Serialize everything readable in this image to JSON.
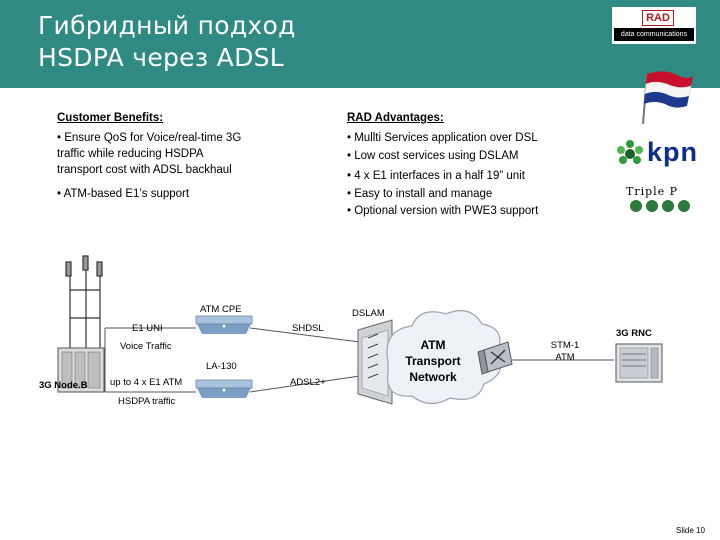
{
  "header": {
    "title": "Гибридный подход\nHSDPA через ADSL",
    "logo": {
      "brand": "RAD",
      "tagline": "data communications"
    }
  },
  "customer_benefits": {
    "heading": "Customer Benefits:",
    "items": [
      "• Ensure QoS for Voice/real-time 3G\n   traffic while reducing HSDPA\n   transport cost with ADSL backhaul",
      "• ATM-based E1’s support"
    ]
  },
  "rad_advantages": {
    "heading": "RAD Advantages:",
    "items": [
      "• Mullti Services application over DSL",
      "• Low cost services using DSLAM",
      "• 4 x E1 interfaces in a half 19” unit",
      "• Easy to install and manage",
      "• Optional version with PWE3 support"
    ]
  },
  "partner_logos": {
    "kpn": "kpn",
    "triple_p": "Triple P"
  },
  "diagram": {
    "atm_cpe": "ATM CPE",
    "dslam": "DSLAM",
    "e1_uni": "E1 UNI",
    "shdsl": "SHDSL",
    "voice_traffic": "Voice Traffic",
    "la130": "LA-130",
    "node_b": "3G Node.B",
    "up_to_4_e1": "up to 4 x E1 ATM",
    "hsdpa_traffic": "HSDPA traffic",
    "adsl2plus": "ADSL2+",
    "atm_network": "ATM\nTransport\nNetwork",
    "stm1": "STM-1\nATM",
    "rnc": "3G RNC"
  },
  "footer": {
    "slide": "Slide 10"
  }
}
